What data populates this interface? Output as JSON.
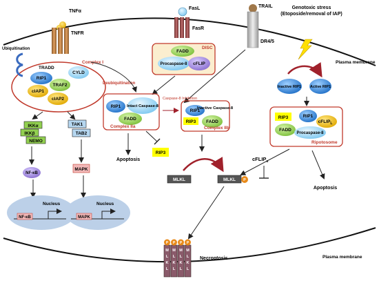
{
  "receptors": {
    "tnf_ligand": "TNFα",
    "tnf_receptor": "TNFR",
    "fas_ligand": "FasL",
    "fas_receptor": "FasR",
    "trail_ligand": "TRAIL",
    "dr_receptor": "DR4/5"
  },
  "genotoxic": {
    "line1": "Genotoxic stress",
    "line2": "(Etoposide/removal of IAP)"
  },
  "membrane": {
    "top": "Plasma membrane",
    "bottom": "Plasma membrane"
  },
  "complex1": {
    "title": "Complex I",
    "ubiquitination": "Ubiquitination",
    "deubiquitination": "Deubiquitination",
    "tradd": "TRADD",
    "rip1": "RIP1",
    "cyld": "CYLD",
    "traf2": "TRAF2",
    "ciap1": "cIAP1",
    "ciap2": "cIAP2"
  },
  "nfkb_pathway": {
    "ikka": "IKKα",
    "ikkb": "IKKβ",
    "nemo": "NEMO",
    "nfkb": "NF-κB",
    "nucleus": "Nucleus",
    "nfkb_gene": "NF-κB"
  },
  "mapk_pathway": {
    "tak1": "TAK1",
    "tab2": "TAB2",
    "mapk": "MAPK",
    "nucleus": "Nucleus",
    "mapk_gene": "MAPK"
  },
  "disc": {
    "title": "DISC",
    "fadd": "FADD",
    "procaspase8": "Procaspase-8",
    "cflip": "cFLIP"
  },
  "complex2a": {
    "title": "Complex IIa",
    "rip1": "RIP1",
    "intact_caspase": "Intact Caspase-8",
    "fadd": "FADD",
    "apoptosis": "Apoptosis"
  },
  "complex2b": {
    "title": "Complex IIb",
    "inhibition": "Caspase-8 Inhibition",
    "rip1": "RIP1",
    "inactive_caspase": "Inactive Caspase-8",
    "rip3": "RIP3",
    "fadd": "FADD"
  },
  "rip3_free": "RIP3",
  "mlkl": {
    "left": "MLKL",
    "right": "MLKL",
    "p": "P"
  },
  "cflips": {
    "main": "cFLIP",
    "sub": "s"
  },
  "ripoptosome": {
    "title": "Ripotosome",
    "inactive_rip1": "Inactive RIP1",
    "active_rip1": "Active RIP1",
    "rip3": "RIP3",
    "rip1": "RIP1",
    "cflip": "cFLIP",
    "cflip_sub": "L",
    "fadd": "FADD",
    "procaspase8": "Procaspase-8",
    "apoptosis": "Apoptosis"
  },
  "necroptosis": {
    "label": "Necroptosis",
    "pore_letters": [
      "M",
      "L",
      "K",
      "L"
    ],
    "p": "P"
  },
  "colors": {
    "red_border": "#c0392b",
    "rip_blue": "#2e86de",
    "green": "#92d050",
    "yellow": "#f5c400",
    "bright_yellow": "#ffff00",
    "light_blue": "#8fd3ff",
    "purple": "#9b7fd9",
    "nucleus": "#bcd0e8"
  }
}
